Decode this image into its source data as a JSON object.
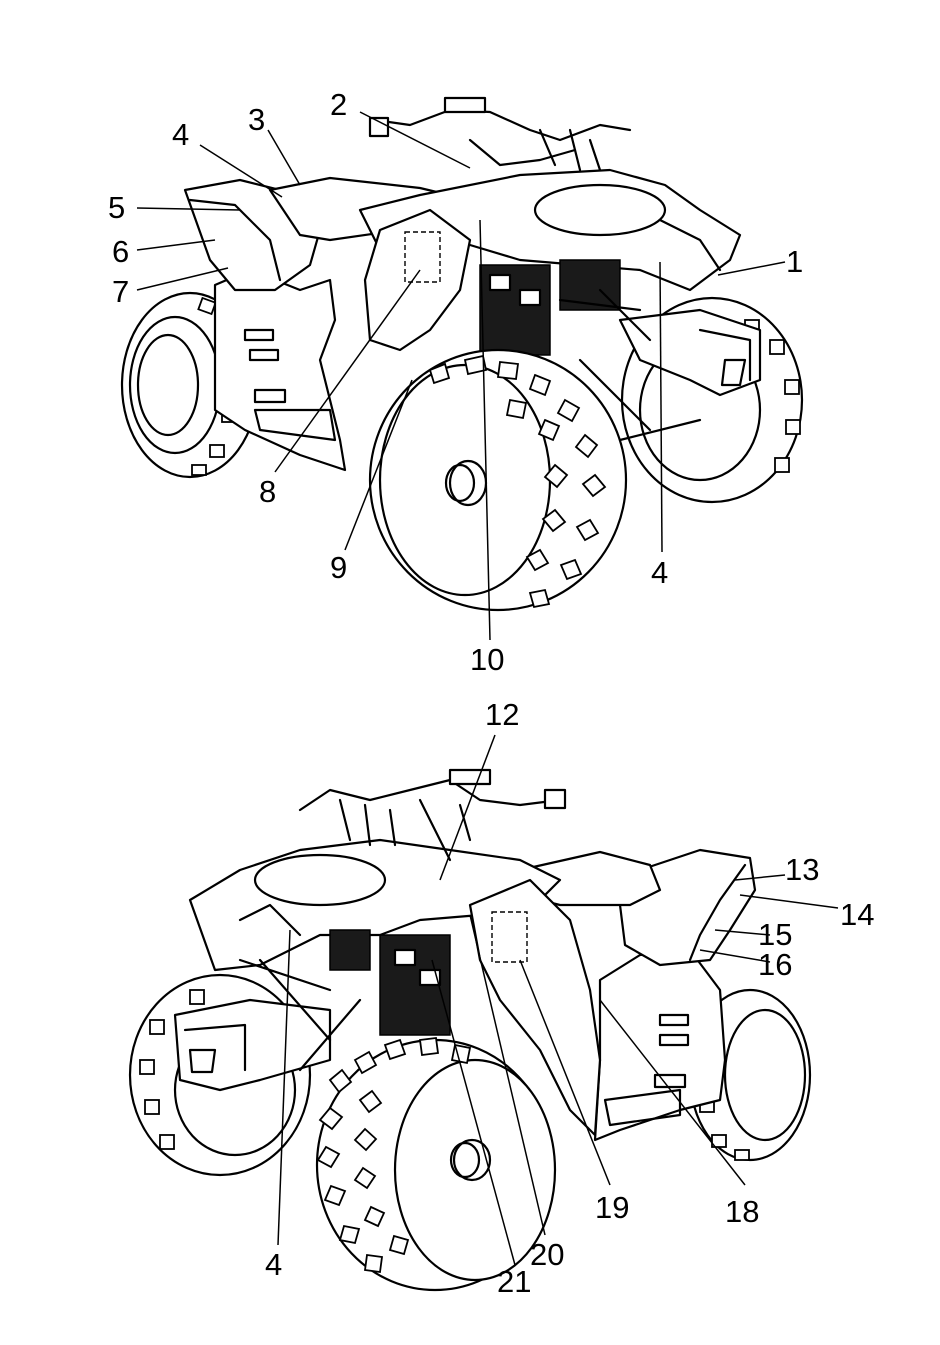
{
  "top_view": {
    "callouts": [
      {
        "id": "c1",
        "text": "1"
      },
      {
        "id": "c2",
        "text": "2"
      },
      {
        "id": "c3",
        "text": "3"
      },
      {
        "id": "c4a",
        "text": "4"
      },
      {
        "id": "c4b",
        "text": "4"
      },
      {
        "id": "c5",
        "text": "5"
      },
      {
        "id": "c6",
        "text": "6"
      },
      {
        "id": "c7",
        "text": "7"
      },
      {
        "id": "c8",
        "text": "8"
      },
      {
        "id": "c9",
        "text": "9"
      },
      {
        "id": "c10",
        "text": "10"
      }
    ]
  },
  "bottom_view": {
    "callouts": [
      {
        "id": "c12",
        "text": "12"
      },
      {
        "id": "c13",
        "text": "13"
      },
      {
        "id": "c14",
        "text": "14"
      },
      {
        "id": "c15",
        "text": "15"
      },
      {
        "id": "c16",
        "text": "16"
      },
      {
        "id": "c18",
        "text": "18"
      },
      {
        "id": "c19",
        "text": "19"
      },
      {
        "id": "c20",
        "text": "20"
      },
      {
        "id": "c21",
        "text": "21"
      },
      {
        "id": "c4c",
        "text": "4"
      }
    ]
  }
}
